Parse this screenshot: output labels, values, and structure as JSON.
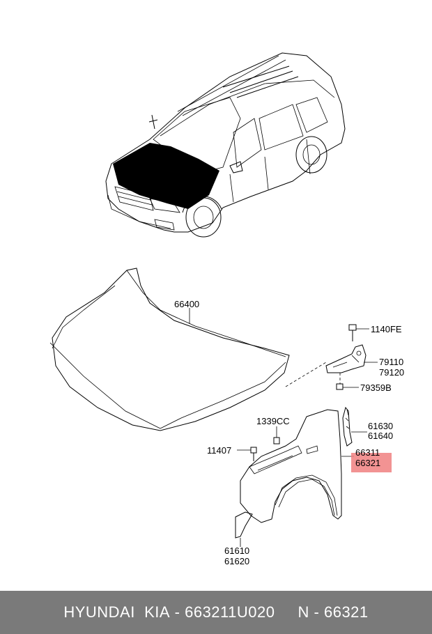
{
  "labels": {
    "hood": "66400",
    "hood_bolt": "1140FE",
    "hinge_a": "79110",
    "hinge_b": "79120",
    "hinge_nut": "79359B",
    "clip": "1339CC",
    "bolt": "11407",
    "bracket_a": "61630",
    "bracket_b": "61640",
    "fender_a": "66311",
    "fender_b": "66321",
    "lower_a": "61610",
    "lower_b": "61620"
  },
  "highlight": {
    "color": "#f08080",
    "target": "66321"
  },
  "footer": {
    "brand": "HYUNDAI  KIA",
    "separator": " - ",
    "part_number": "663211U020",
    "gap": "     ",
    "ref": "N - 66321"
  },
  "colors": {
    "footer_bg": "#7a7a7a",
    "footer_text": "#ffffff"
  }
}
